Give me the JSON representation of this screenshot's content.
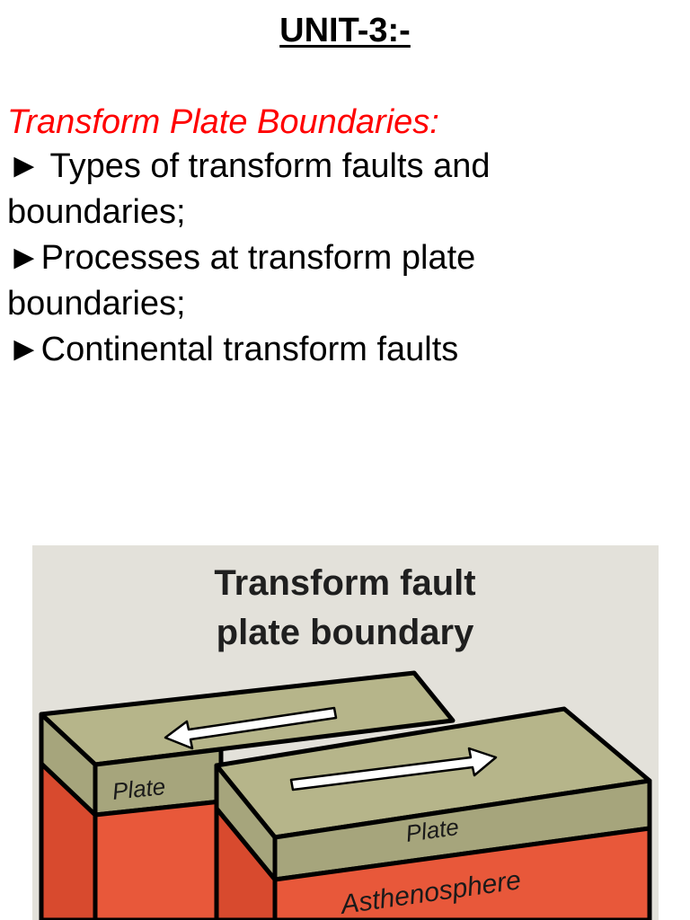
{
  "document": {
    "title": "UNIT-3:-",
    "section_heading": "Transform Plate Boundaries:",
    "bullets": [
      {
        "marker": "►",
        "text": " Types of transform faults and boundaries;"
      },
      {
        "marker": "►",
        "text": "Processes at transform plate boundaries;"
      },
      {
        "marker": "►",
        "text": "Continental transform faults"
      }
    ]
  },
  "figure": {
    "title_line1": "Transform fault",
    "title_line2": "plate boundary",
    "label_plate_left": "Plate",
    "label_plate_right": "Plate",
    "label_asthenosphere": "Asthenosphere",
    "colors": {
      "background": "#e3e1da",
      "plate_top": "#b6b58a",
      "plate_side": "#a6a57c",
      "asthenosphere": "#e8583a",
      "asthenosphere_dark": "#d84a2e",
      "outline": "#000000",
      "arrow": "#ffffff"
    }
  }
}
